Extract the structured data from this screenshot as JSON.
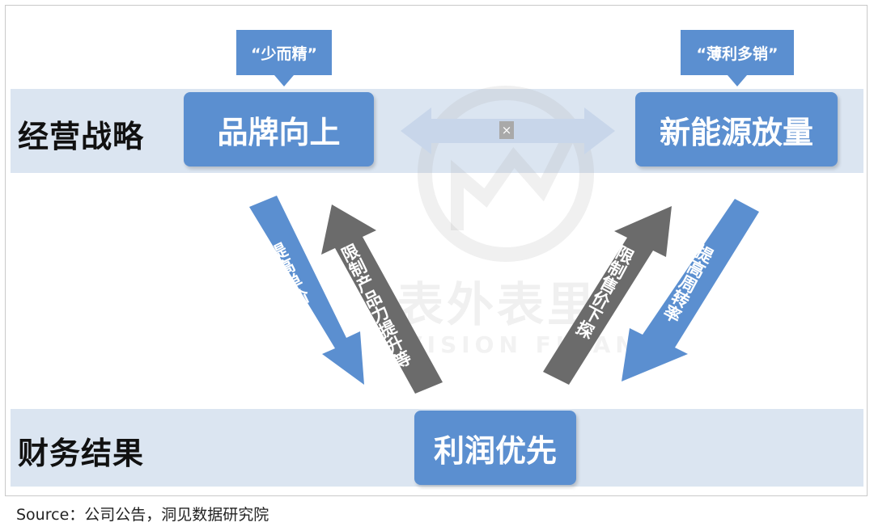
{
  "rows": {
    "top_label": "经营战略",
    "bottom_label": "财务结果"
  },
  "boxes": {
    "left": "品牌向上",
    "right": "新能源放量",
    "bottom": "利润优先"
  },
  "callouts": {
    "left": "“少而精”",
    "right": "“薄利多销”"
  },
  "arrows": {
    "left_down": "提高单价",
    "left_up": "限制产品力提升等",
    "right_up": "限制售价下探",
    "right_down": "提高周转率"
  },
  "close_glyph": "×",
  "watermark": {
    "cn": "表外表里",
    "en": "VISION FINANCE"
  },
  "source": "Source：公司公告，洞见数据研究院",
  "colors": {
    "box_blue": "#5b8fd0",
    "band": "#dbe5f1",
    "arrow_gray": "#6b6b6b",
    "arrow_light": "#c8d6ea"
  }
}
